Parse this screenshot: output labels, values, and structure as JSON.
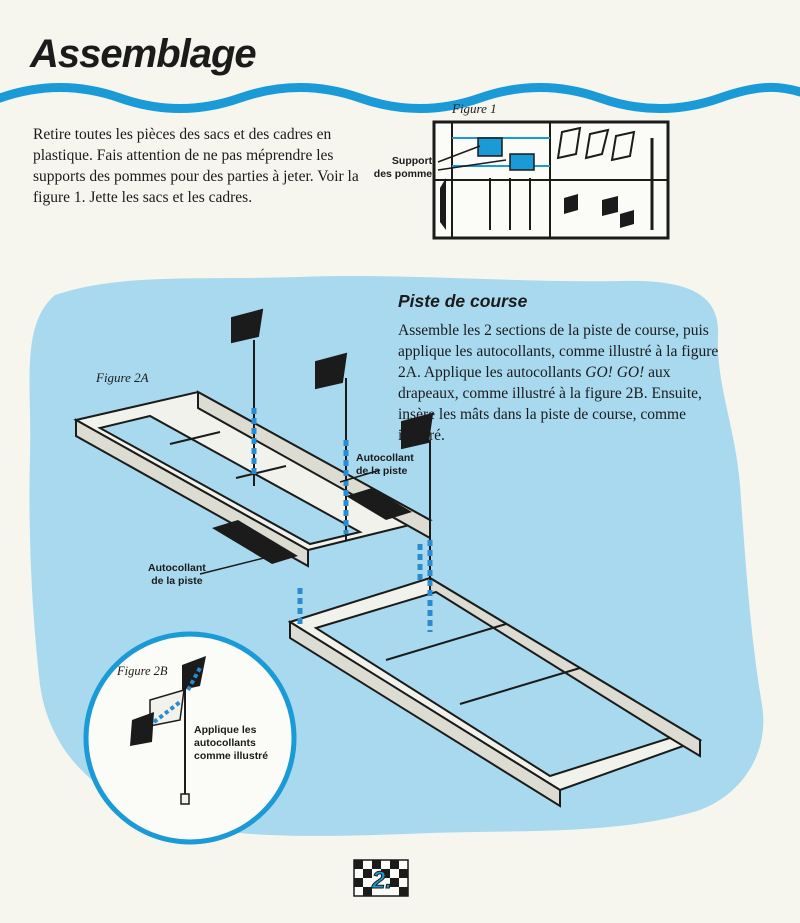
{
  "page": {
    "title": "Assemblage",
    "intro": "Retire toutes les pièces des sacs et des cadres en plastique. Fais attention de ne pas méprendre les supports des pommes pour des parties à jeter. Voir la figure 1. Jette les sacs et les cadres.",
    "page_number": "2."
  },
  "figure1": {
    "caption": "Figure 1",
    "callout": [
      "Supports",
      "des pommes"
    ]
  },
  "section": {
    "heading": "Piste de course",
    "body_before": "Assemble les 2 sections de la piste de course, puis applique les autocollants, comme illustré à la figure 2A. Applique les autocollants ",
    "body_emphasis": "GO! GO!",
    "body_after": " aux drapeaux, comme illustré à la figure 2B. Ensuite, insère les mâts dans la piste de course, comme illustré."
  },
  "figure2a": {
    "caption": "Figure 2A",
    "label_top": [
      "Autocollant",
      "de la piste"
    ],
    "label_left": [
      "Autocollant",
      "de la piste"
    ]
  },
  "figure2b": {
    "caption": "Figure 2B",
    "callout": [
      "Applique les",
      "autocollants",
      "comme illustré"
    ]
  },
  "colors": {
    "wave": "#1a9ad6",
    "blob": "#a9d9ef",
    "ink": "#1b1b1b",
    "dash": "#2a8ccf"
  }
}
